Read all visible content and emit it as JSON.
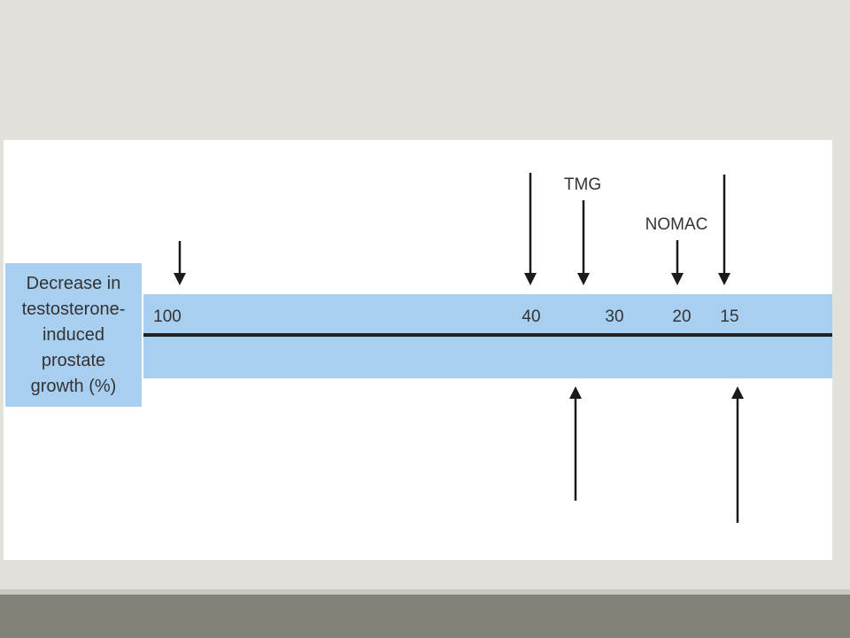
{
  "label": {
    "line1": "Decrease in",
    "line2": "testosterone-",
    "line3": "induced",
    "line4": "prostate",
    "line5": "growth (%)"
  },
  "scale": {
    "ticks": [
      "100",
      "40",
      "30",
      "20",
      "15"
    ]
  },
  "drugs": {
    "tmg": "TMG",
    "nomac": "NOMAC"
  },
  "colors": {
    "band": "#a9cff0",
    "axis": "#222222",
    "background": "#e2e1dc",
    "footer": "#828279"
  }
}
